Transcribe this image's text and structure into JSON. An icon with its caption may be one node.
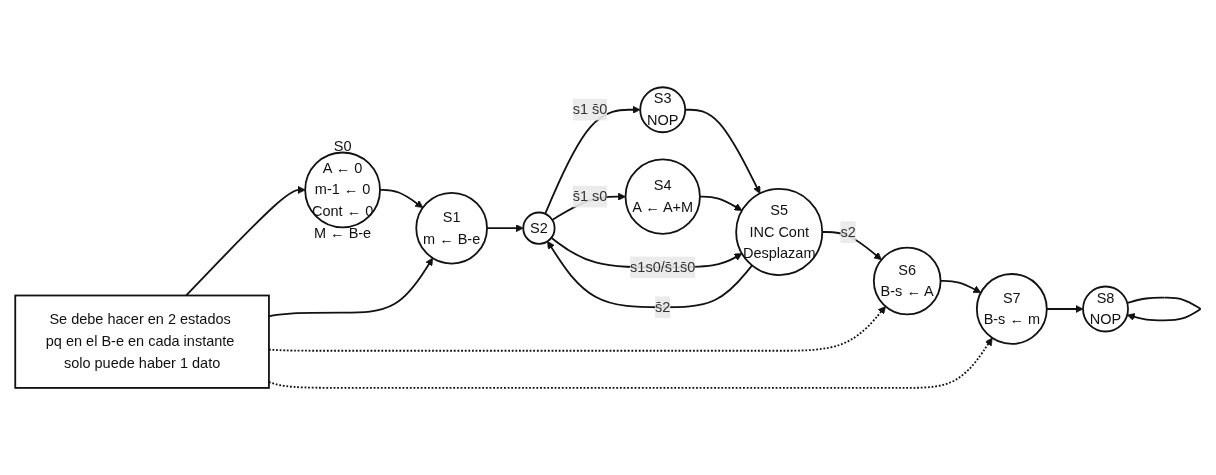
{
  "diagram": {
    "nodes": [
      {
        "text": [
          "S0",
          "A ← 0",
          "m-1 ← 0",
          "Cont ← 0",
          "M ← B-e"
        ]
      },
      {
        "text": [
          "S1",
          "m ← B-e"
        ]
      },
      {
        "text": [
          "S2"
        ]
      },
      {
        "text": [
          "S3",
          "NOP"
        ]
      },
      {
        "text": [
          "S4",
          "A ← A+M"
        ]
      },
      {
        "text": [
          "S5",
          "INC Cont",
          "Desplazam"
        ]
      },
      {
        "text": [
          "S6",
          "B-s ← A"
        ]
      },
      {
        "text": [
          "S7",
          "B-s ← m"
        ]
      },
      {
        "text": [
          "S8",
          "NOP"
        ]
      },
      {
        "text": [
          "Se debe hacer en 2 estados pq en el B-e en cada instante solo puede haber 1 dato"
        ]
      }
    ],
    "edges": [
      {
        "from": 0,
        "to": 1,
        "arrow": "to"
      },
      {
        "from": 1,
        "to": 2,
        "arrow": "to"
      },
      {
        "from": 2,
        "to": 3,
        "arrow": "to",
        "label": "s1 s̄0"
      },
      {
        "from": 2,
        "to": 4,
        "arrow": "to",
        "label": "s̄1 s0"
      },
      {
        "from": 3,
        "to": 5,
        "arrow": "to"
      },
      {
        "from": 4,
        "to": 5,
        "arrow": "to"
      },
      {
        "from": 2,
        "to": 5,
        "arrow": "to",
        "label": "s1s0/s̄1s̄0"
      },
      {
        "from": 5,
        "to": 2,
        "arrow": "to",
        "label": "s̄2"
      },
      {
        "from": 5,
        "to": 6,
        "arrow": "to",
        "label": "s2"
      },
      {
        "from": 6,
        "to": 7,
        "arrow": "to"
      },
      {
        "from": 7,
        "to": 8,
        "arrow": "to"
      },
      {
        "from": 8,
        "to": 8,
        "arrow": "to"
      },
      {
        "from": 9,
        "to": 0,
        "arrow": "to"
      },
      {
        "from": 9,
        "to": 1,
        "arrow": "to"
      },
      {
        "from": 9,
        "to": 6,
        "arrow": "to",
        "style": "dashed"
      },
      {
        "from": 9,
        "to": 7,
        "arrow": "to",
        "style": "dashed"
      }
    ]
  }
}
